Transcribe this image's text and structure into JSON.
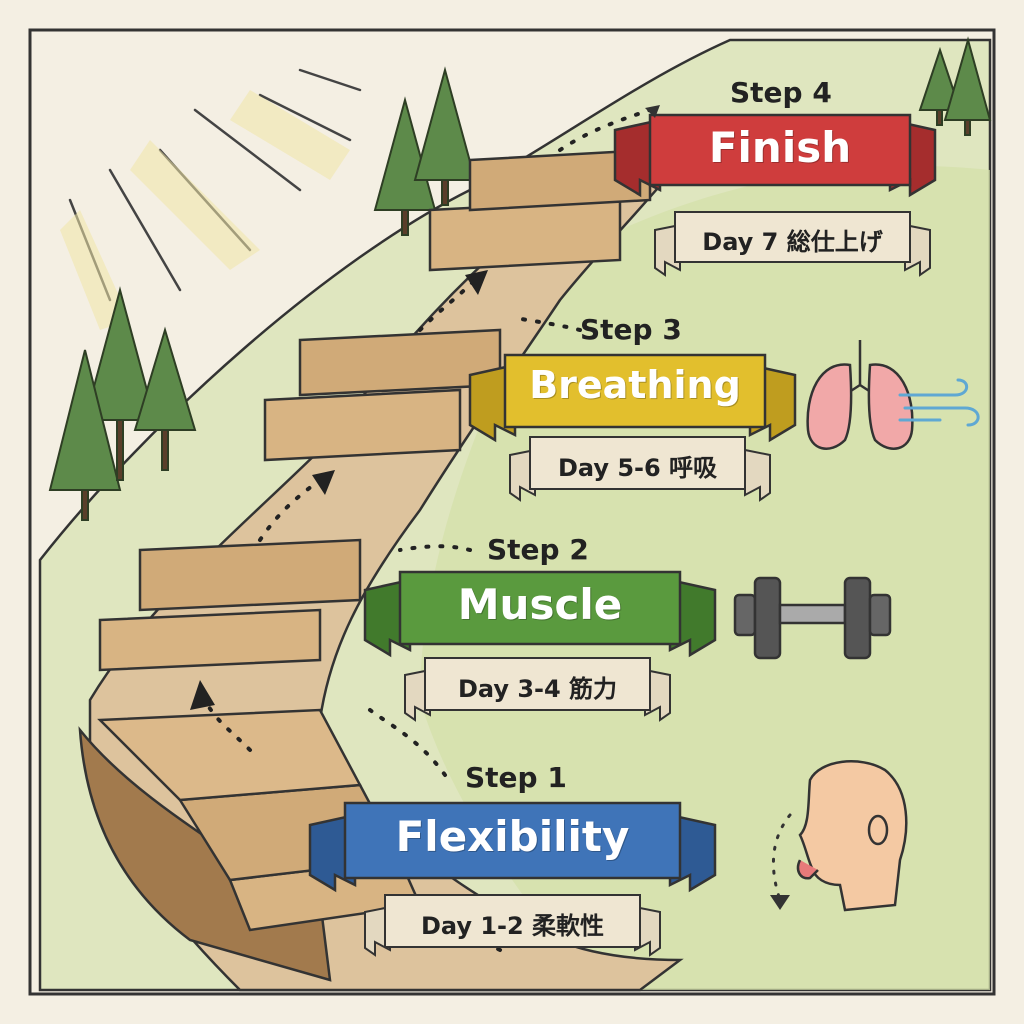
{
  "steps": [
    {
      "step_label": "Step 1",
      "title": "Flexibility",
      "sub": "Day 1-2  柔軟性",
      "color": "#3f74b8",
      "icon": "face-tongue-icon"
    },
    {
      "step_label": "Step 2",
      "title": "Muscle",
      "sub": "Day 3-4  筋力",
      "color": "#5a9a3e",
      "icon": "dumbbell-icon"
    },
    {
      "step_label": "Step 3",
      "title": "Breathing",
      "sub": "Day 5-6  呼吸",
      "color": "#e2bf2d",
      "icon": "lungs-icon"
    },
    {
      "step_label": "Step 4",
      "title": "Finish",
      "sub": "Day 7 総仕上げ",
      "color": "#cf3d3d",
      "icon": "flag-icon"
    }
  ],
  "colors": {
    "paper": "#f4efe3",
    "wood": "#d8b483",
    "wood_dark": "#a27a4d",
    "grass": "#c9d9a0",
    "tree": "#5d8a4a",
    "sub_ribbon": "#efe6d2"
  }
}
